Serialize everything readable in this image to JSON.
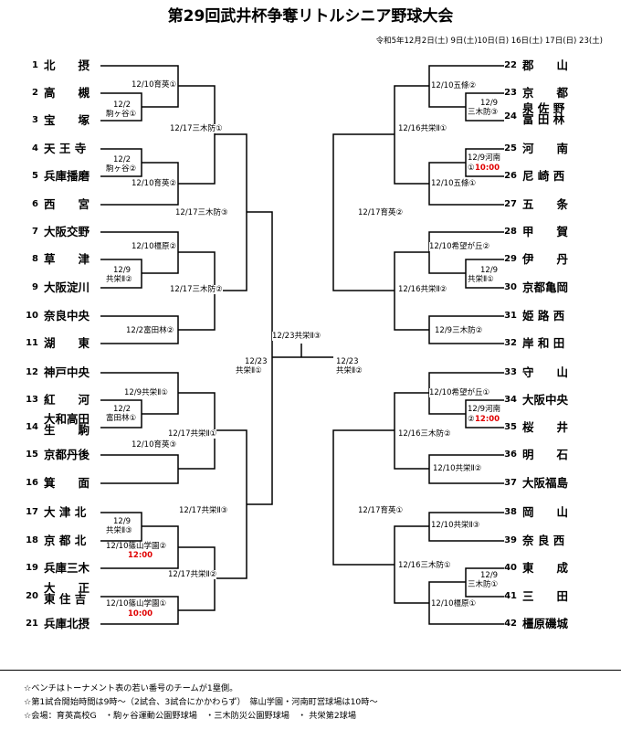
{
  "title": "第29回武井杯争奪リトルシニア野球大会",
  "dates": "令和5年12月2日(土)  9日(土)10日(日)  16日(土)  17日(日) 23(土)",
  "left_teams": [
    {
      "num": "1",
      "name": "北　　摂"
    },
    {
      "num": "2",
      "name": "高　　槻"
    },
    {
      "num": "3",
      "name": "宝　　塚"
    },
    {
      "num": "4",
      "name": "天 王 寺"
    },
    {
      "num": "5",
      "name": "兵庫播磨"
    },
    {
      "num": "6",
      "name": "西　　宮"
    },
    {
      "num": "7",
      "name": "大阪交野"
    },
    {
      "num": "8",
      "name": "草　　津"
    },
    {
      "num": "9",
      "name": "大阪淀川"
    },
    {
      "num": "10",
      "name": "奈良中央"
    },
    {
      "num": "11",
      "name": "湖　　東"
    },
    {
      "num": "12",
      "name": "神戸中央"
    },
    {
      "num": "13",
      "name": "紅　　河"
    },
    {
      "num": "14",
      "name": "大和高田",
      "name2": "生　　駒"
    },
    {
      "num": "15",
      "name": "京都丹後"
    },
    {
      "num": "16",
      "name": "箕　　面"
    },
    {
      "num": "17",
      "name": "大 津 北"
    },
    {
      "num": "18",
      "name": "京 都 北"
    },
    {
      "num": "19",
      "name": "兵庫三木"
    },
    {
      "num": "20",
      "name": "大　　正",
      "name2": "東 住 吉"
    },
    {
      "num": "21",
      "name": "兵庫北摂"
    }
  ],
  "right_teams": [
    {
      "num": "22",
      "name": "郡　　山"
    },
    {
      "num": "23",
      "name": "京　　都"
    },
    {
      "num": "24",
      "name": "泉 佐 野",
      "name2": "富 田 林"
    },
    {
      "num": "25",
      "name": "河　　南"
    },
    {
      "num": "26",
      "name": "尼 崎 西"
    },
    {
      "num": "27",
      "name": "五　　条"
    },
    {
      "num": "28",
      "name": "甲　　賀"
    },
    {
      "num": "29",
      "name": "伊　　丹"
    },
    {
      "num": "30",
      "name": "京都亀岡"
    },
    {
      "num": "31",
      "name": "姫 路 西"
    },
    {
      "num": "32",
      "name": "岸 和 田"
    },
    {
      "num": "33",
      "name": "守　　山"
    },
    {
      "num": "34",
      "name": "大阪中央"
    },
    {
      "num": "35",
      "name": "桜　　井"
    },
    {
      "num": "36",
      "name": "明　　石"
    },
    {
      "num": "37",
      "name": "大阪福島"
    },
    {
      "num": "38",
      "name": "岡　　山"
    },
    {
      "num": "39",
      "name": "奈 良 西"
    },
    {
      "num": "40",
      "name": "東　　成"
    },
    {
      "num": "41",
      "name": "三　　田"
    },
    {
      "num": "42",
      "name": "橿原磯城"
    }
  ],
  "labels": {
    "l1": "12/10育英①",
    "l2a": "12/2",
    "l2b": "駒ヶ谷①",
    "l3": "12/17三木防①",
    "l4a": "12/2",
    "l4b": "駒ヶ谷②",
    "l5": "12/10育英②",
    "l6": "12/17三木防③",
    "l7": "12/10橿原②",
    "l8a": "12/9",
    "l8b": "共栄Ⅱ②",
    "l9": "12/17三木防②",
    "l10": "12/2富田林②",
    "l11a": "12/9共栄Ⅱ①",
    "l11b": "12/2",
    "l11c": "富田林①",
    "l12": "12/17共栄Ⅱ①",
    "l13": "12/10育英③",
    "l14": "12/17共栄Ⅱ③",
    "l15a": "12/9",
    "l15b": "共栄Ⅱ③",
    "l16": "12/10篠山学園②",
    "l16t": "12:00",
    "l17": "12/17共栄Ⅱ②",
    "l18": "12/10篠山学園①",
    "l18t": "10:00",
    "final": "12/23共栄Ⅱ③",
    "semiLa": "12/23",
    "semiLb": "共栄Ⅱ①",
    "semiRa": "12/23",
    "semiRb": "共栄Ⅱ②",
    "r1": "12/10五條②",
    "r2a": "12/9",
    "r2b": "三木防③",
    "r3": "12/16共栄Ⅱ①",
    "r4a": "12/9河南",
    "r4b": "①",
    "r4t": "10:00",
    "r5": "12/10五條①",
    "r6": "12/17育英②",
    "r7": "12/10希望が丘②",
    "r8a": "12/9",
    "r8b": "共栄Ⅱ①",
    "r9": "12/16共栄Ⅱ②",
    "r10": "12/9三木防②",
    "r11": "12/10希望が丘①",
    "r12a": "12/9河南",
    "r12b": "②",
    "r12t": "12:00",
    "r13": "12/16三木防②",
    "r14": "12/10共栄Ⅱ②",
    "r15": "12/17育英①",
    "r16": "12/10共栄Ⅱ③",
    "r17": "12/16三木防①",
    "r18a": "12/9",
    "r18b": "三木防①",
    "r19": "12/10橿原①"
  },
  "notes": [
    "☆ベンチはトーナメント表の若い番号のチームが1塁側。",
    "☆第1試合開始時間は9時～（2試合、3試合にかかわらず）　篠山学園・河南町営球場は10時～",
    "☆会場：育英高校G　・駒ヶ谷運動公園野球場　・三木防災公園野球場　・ 共栄第2球場"
  ]
}
